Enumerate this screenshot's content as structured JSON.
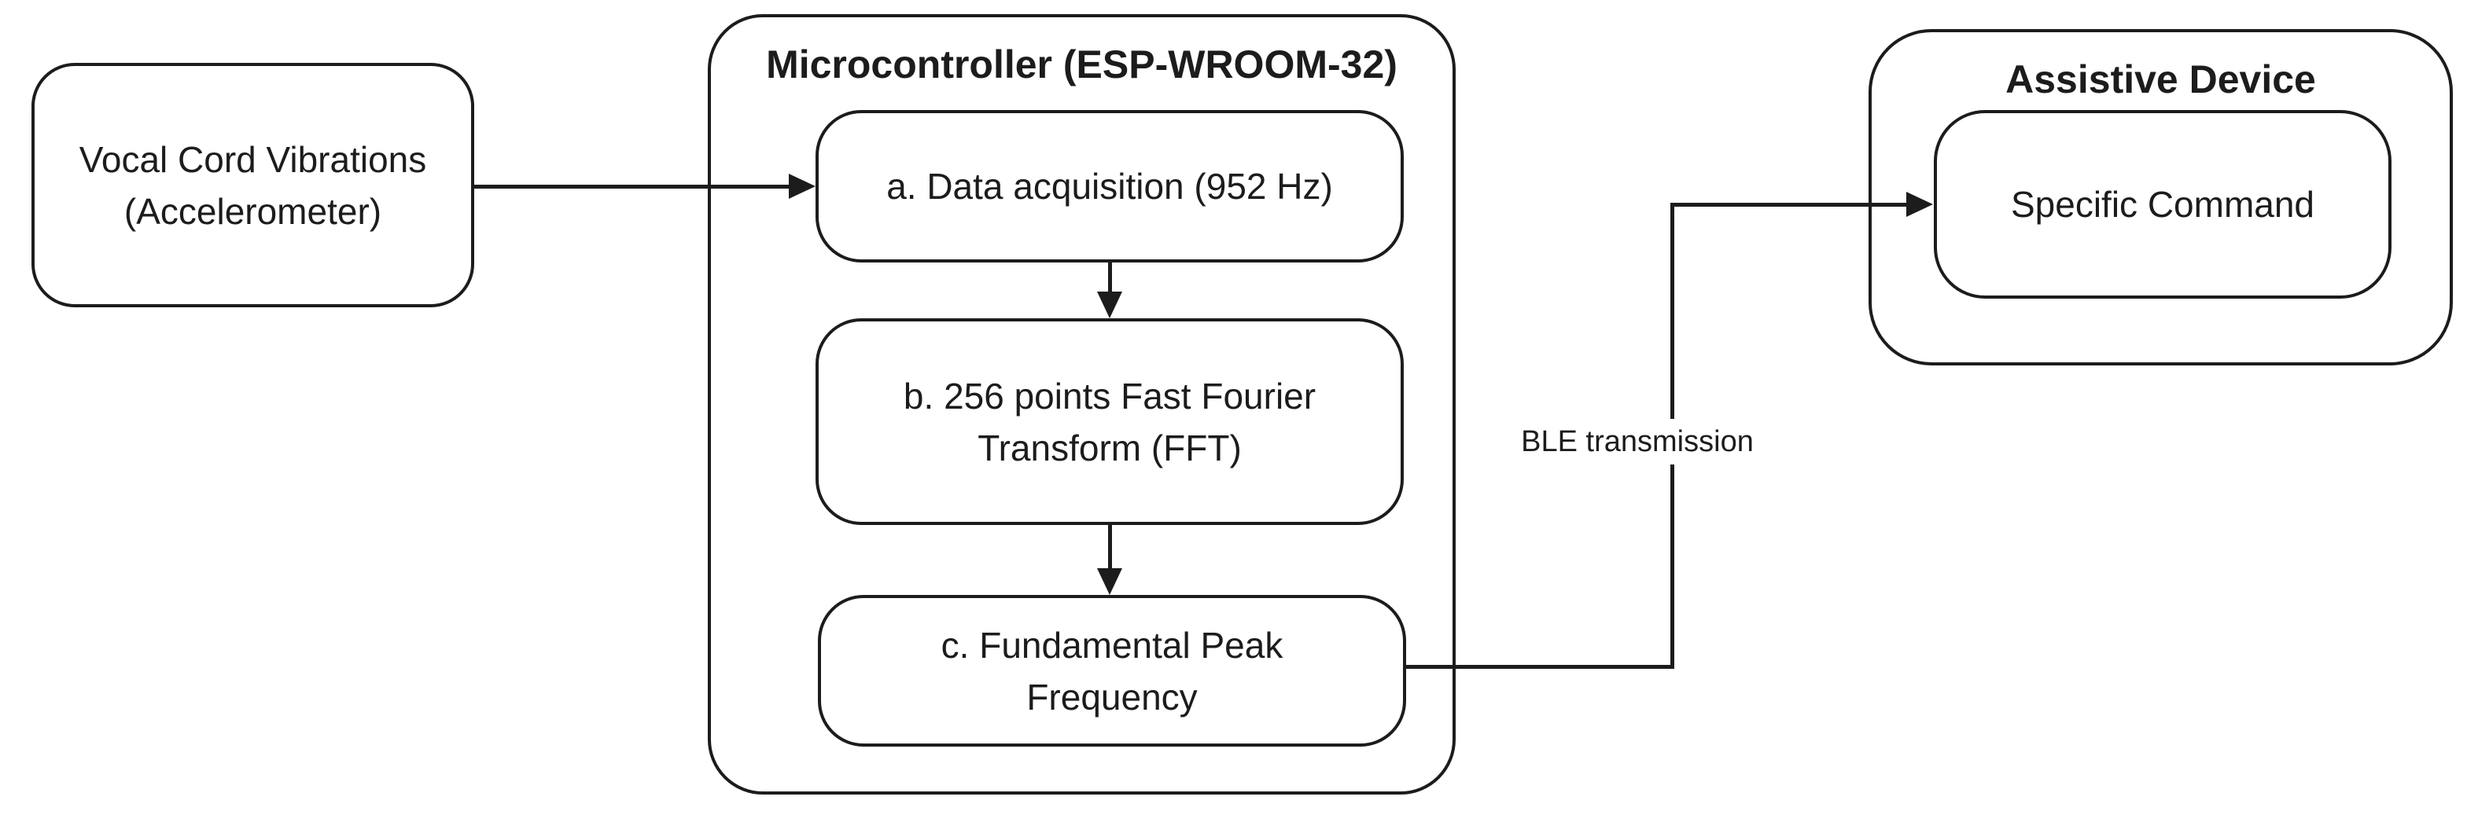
{
  "diagram": {
    "source_box": {
      "line1": "Vocal Cord Vibrations",
      "line2": "(Accelerometer)"
    },
    "microcontroller": {
      "title": "Microcontroller (ESP-WROOM-32)",
      "step_a": {
        "label": "a. Data acquisition (952 Hz)"
      },
      "step_b": {
        "line1": "b. 256 points Fast Fourier",
        "line2": "Transform (FFT)"
      },
      "step_c": {
        "line1": "c. Fundamental Peak",
        "line2": "Frequency"
      }
    },
    "connector": {
      "label": "BLE transmission"
    },
    "assistive_device": {
      "title": "Assistive Device",
      "command": "Specific Command"
    },
    "colors": {
      "stroke": "#1c1c1c",
      "background": "#ffffff"
    },
    "icons": {
      "arrowhead_right": "filled triangle pointing right (css border shape)",
      "arrowhead_down": "filled triangle pointing down (css border shape)"
    }
  }
}
